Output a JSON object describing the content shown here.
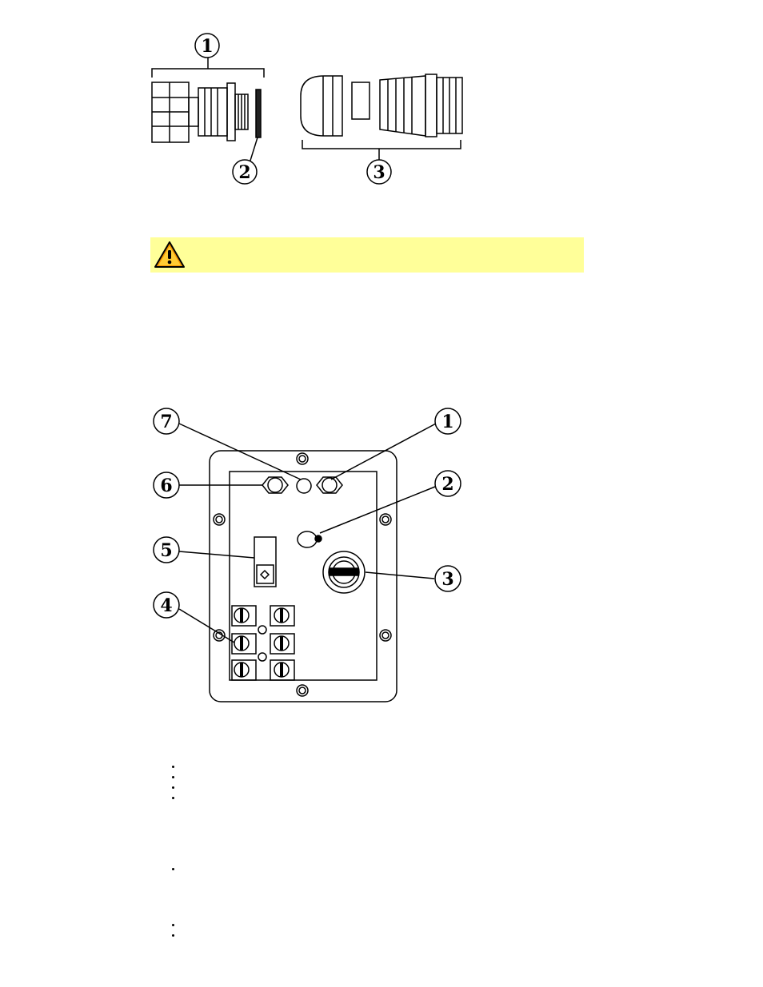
{
  "figure_gland_parts": {
    "callouts": [
      "1",
      "2",
      "3"
    ]
  },
  "warning": {
    "icon": "warning-triangle-icon",
    "text": "",
    "background_color": "#ffff99"
  },
  "figure_panel": {
    "callouts": [
      "1",
      "2",
      "3",
      "4",
      "5",
      "6",
      "7"
    ]
  },
  "bullet_groups": [
    {
      "items": [
        "",
        "",
        "",
        ""
      ]
    },
    {
      "items": [
        ""
      ]
    },
    {
      "items": [
        "",
        ""
      ]
    }
  ]
}
